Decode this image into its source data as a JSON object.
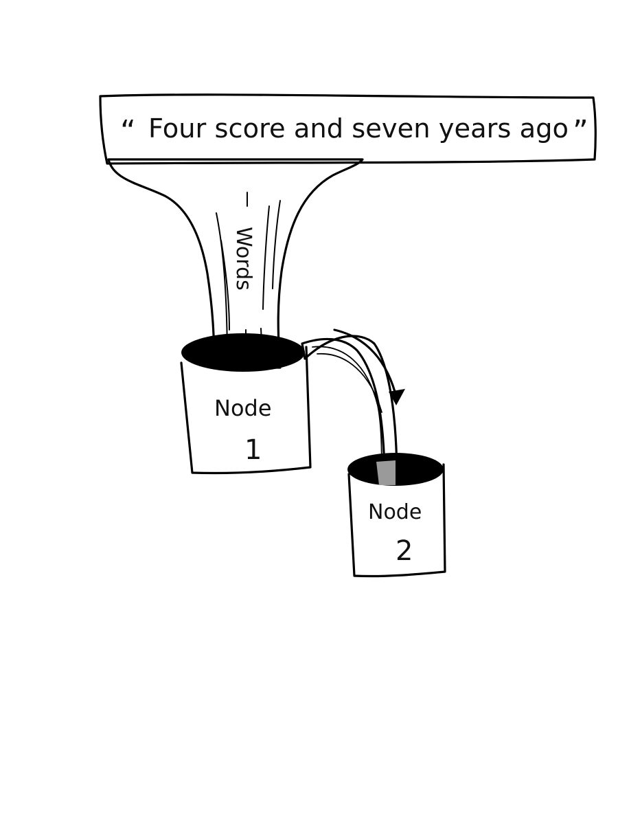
{
  "quote": {
    "open_mark": "“",
    "text": "Four score and seven years ago",
    "close_mark": "”"
  },
  "stream_label": "Words",
  "nodes": [
    {
      "label": "Node",
      "number": "1"
    },
    {
      "label": "Node",
      "number": "2"
    }
  ],
  "colors": {
    "banner": "#c4c4c4",
    "stream": "#9a9a9a",
    "bucket_rim": "#000000",
    "bucket_body": "#ffffff"
  }
}
